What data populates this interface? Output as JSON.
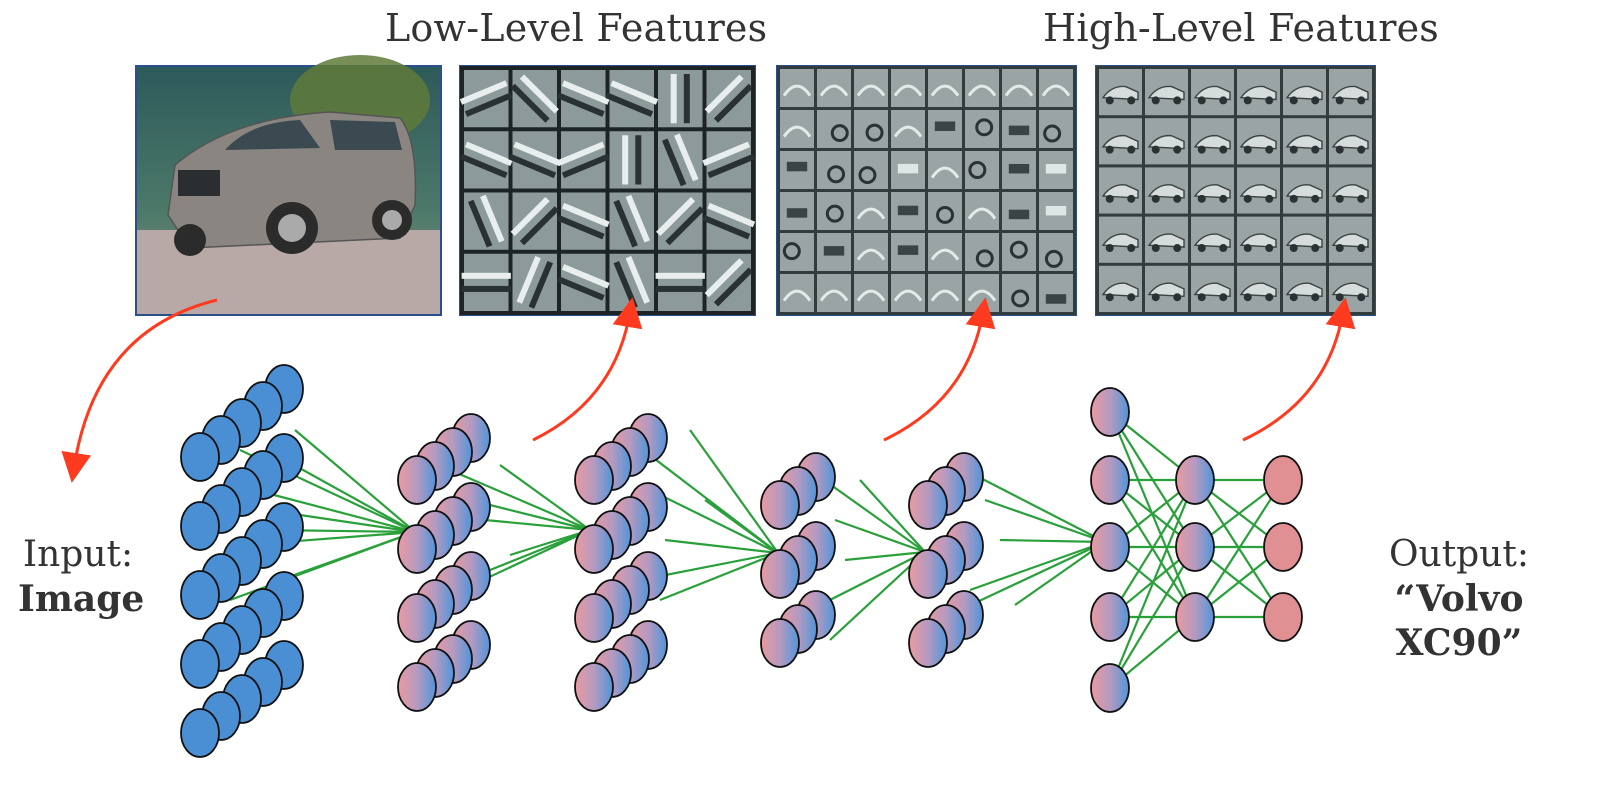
{
  "headings": {
    "low_level": "Low-Level Features",
    "high_level": "High-Level Features"
  },
  "input_label": {
    "line1": "Input:",
    "line2": "Image"
  },
  "output_label": {
    "line1": "Output:",
    "line2": "“Volvo XC90”"
  },
  "colors": {
    "input_node": "#4a8fd4",
    "output_node": "#e08f93",
    "gradient_left": "#e99a9f",
    "gradient_right": "#5a9ad8",
    "connection": "#2aa03a",
    "arrow": "#ff3a1e",
    "panel_border": "#2a4f8a",
    "filter_bg": "#8a9699"
  },
  "icons": {
    "input_image": "car-photo",
    "panel_low": "edge-filter-grid",
    "panel_mid": "part-filter-grid",
    "panel_high": "object-filter-grid"
  }
}
